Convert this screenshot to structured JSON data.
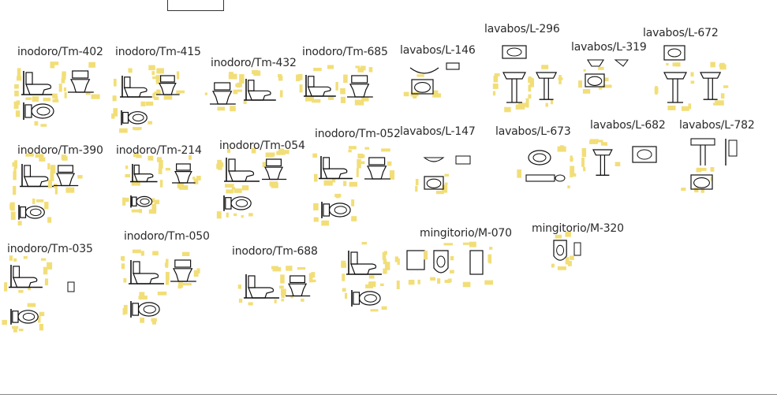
{
  "labels": [
    "inodoro/Tm-402",
    "inodoro/Tm-415",
    "inodoro/Tm-432",
    "inodoro/Tm-685",
    "lavabos/L-146",
    "lavabos/L-296",
    "lavabos/L-319",
    "lavabos/L-672",
    "inodoro/Tm-390",
    "inodoro/Tm-214",
    "inodoro/Tm-054",
    "inodoro/Tm-052",
    "lavabos/L-147",
    "lavabos/L-673",
    "lavabos/L-682",
    "lavabos/L-782",
    "inodoro/Tm-035",
    "inodoro/Tm-050",
    "inodoro/Tm-688",
    "mingitorio/M-070",
    "mingitorio/M-320"
  ],
  "colors": {
    "line": "#111111",
    "dimension": "#f2de78",
    "label": "#2a2a2a",
    "background": "#ffffff"
  }
}
